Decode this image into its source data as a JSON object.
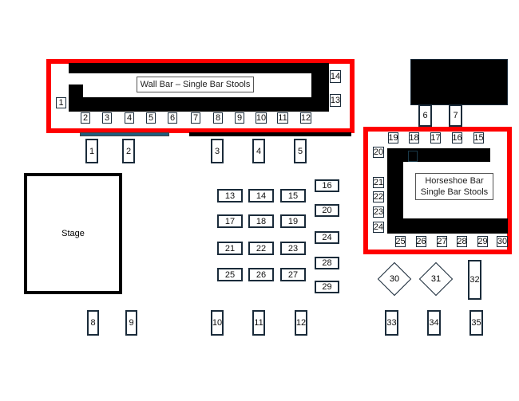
{
  "wall_bar": {
    "label": "Wall Bar – Single Bar Stools",
    "stools": [
      "1",
      "2",
      "3",
      "4",
      "5",
      "6",
      "7",
      "8",
      "9",
      "10",
      "11",
      "12",
      "13",
      "14"
    ]
  },
  "horseshoe_bar": {
    "label_line1": "Horseshoe Bar",
    "label_line2": "Single Bar Stools",
    "stools": [
      "15",
      "16",
      "17",
      "18",
      "19",
      "20",
      "21",
      "22",
      "23",
      "24",
      "25",
      "26",
      "27",
      "28",
      "29",
      "30"
    ]
  },
  "stage": {
    "label": "Stage"
  },
  "tables": [
    "1",
    "2",
    "3",
    "4",
    "5",
    "6",
    "7",
    "8",
    "9",
    "10",
    "11",
    "12",
    "13",
    "14",
    "15",
    "16",
    "17",
    "18",
    "19",
    "20",
    "21",
    "22",
    "23",
    "24",
    "25",
    "26",
    "27",
    "28",
    "29",
    "30",
    "31",
    "32",
    "33",
    "34",
    "35"
  ],
  "colors": {
    "highlight": "#ff0000",
    "rail_blue": "#1f5f7f",
    "outline": "#1a2b3a"
  }
}
